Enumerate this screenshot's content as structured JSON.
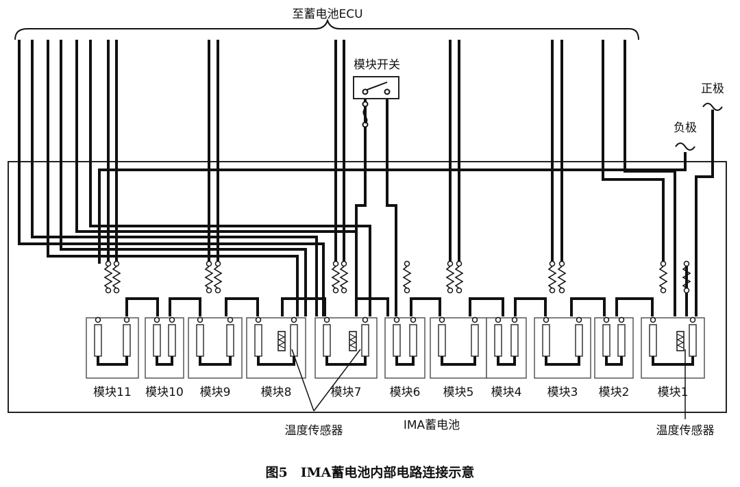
{
  "labels": {
    "ecu": "至蓄电池ECU",
    "module_switch": "模块开关",
    "positive": "正极",
    "negative": "负极",
    "battery": "IMA蓄电池",
    "temp_sensor_left": "温度传感器",
    "temp_sensor_right": "温度传感器",
    "caption": "图5　IMA蓄电池内部电路连接示意"
  },
  "modules": [
    {
      "label": "模块11",
      "cells": 2,
      "sensor": false
    },
    {
      "label": "模块10",
      "cells": 2,
      "sensor": false
    },
    {
      "label": "模块9",
      "cells": 2,
      "sensor": false
    },
    {
      "label": "模块8",
      "cells": 2,
      "sensor": true
    },
    {
      "label": "模块7",
      "cells": 2,
      "sensor": true
    },
    {
      "label": "模块6",
      "cells": 2,
      "sensor": false
    },
    {
      "label": "模块5",
      "cells": 2,
      "sensor": false
    },
    {
      "label": "模块4",
      "cells": 2,
      "sensor": false
    },
    {
      "label": "模块3",
      "cells": 2,
      "sensor": false
    },
    {
      "label": "模块2",
      "cells": 2,
      "sensor": false
    },
    {
      "label": "模块1",
      "cells": 2,
      "sensor": true
    }
  ],
  "colors": {
    "wire": "#111111",
    "box": "#555555",
    "cell": "#444444"
  }
}
